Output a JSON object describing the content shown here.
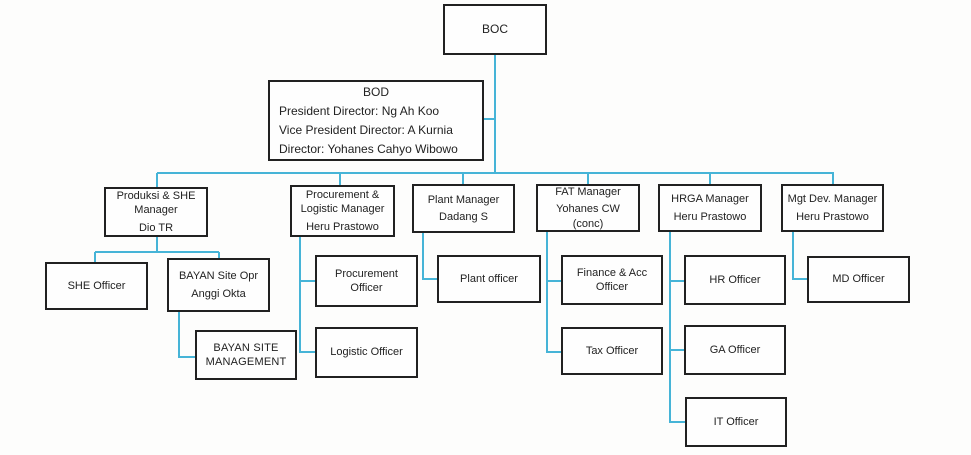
{
  "colors": {
    "connector": "#46b4d7",
    "box_border": "#212121",
    "text": "#222222",
    "background": "#fdfdfc"
  },
  "nodes": {
    "boc": {
      "title": "BOC"
    },
    "bod": {
      "title": "BOD",
      "lines": [
        "President Director: Ng Ah Koo",
        "Vice President Director: A Kurnia",
        "Director: Yohanes Cahyo Wibowo"
      ]
    },
    "produksi_she_manager": {
      "title": "Produksi & SHE Manager",
      "person": "Dio TR"
    },
    "procurement_logistic_manager": {
      "title": "Procurement & Logistic Manager",
      "person": "Heru Prastowo"
    },
    "plant_manager": {
      "title": "Plant Manager",
      "person": "Dadang S"
    },
    "fat_manager": {
      "title": "FAT Manager",
      "person": "Yohanes CW (conc)"
    },
    "hrga_manager": {
      "title": "HRGA Manager",
      "person": "Heru Prastowo"
    },
    "mgt_dev_manager": {
      "title": "Mgt Dev. Manager",
      "person": "Heru Prastowo"
    },
    "she_officer": {
      "title": "SHE Officer"
    },
    "bayan_site_opr": {
      "title": "BAYAN Site Opr",
      "person": "Anggi Okta"
    },
    "bayan_site_management": {
      "title": "BAYAN SITE MANAGEMENT"
    },
    "procurement_officer": {
      "title": "Procurement Officer"
    },
    "logistic_officer": {
      "title": "Logistic Officer"
    },
    "plant_officer": {
      "title": "Plant officer"
    },
    "finance_acc_officer": {
      "title": "Finance & Acc Officer"
    },
    "tax_officer": {
      "title": "Tax Officer"
    },
    "hr_officer": {
      "title": "HR Officer"
    },
    "ga_officer": {
      "title": "GA Officer"
    },
    "it_officer": {
      "title": "IT Officer"
    },
    "md_officer": {
      "title": "MD Officer"
    }
  }
}
